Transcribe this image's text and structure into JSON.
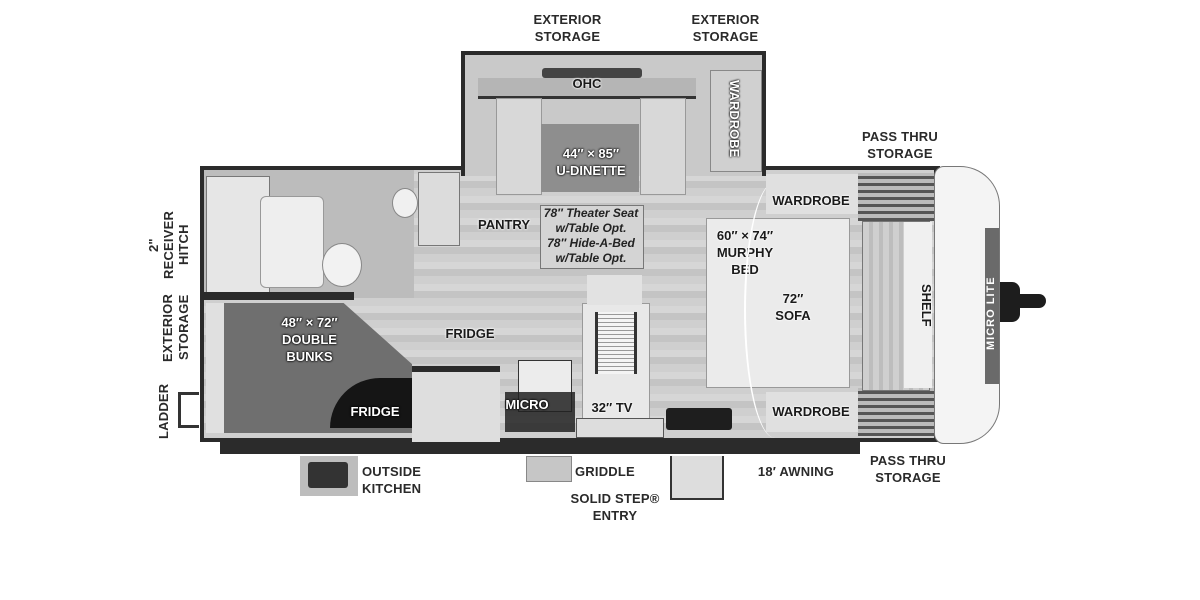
{
  "floorplan": {
    "brand_logo": "MICRO LITE",
    "exterior_labels": {
      "ext_storage_top_left": "EXTERIOR\nSTORAGE",
      "ext_storage_top_right": "EXTERIOR\nSTORAGE",
      "pass_thru_top": "PASS THRU\nSTORAGE",
      "pass_thru_bottom": "PASS THRU\nSTORAGE",
      "receiver_hitch": "2\" RECEIVER HITCH",
      "receiver_hitch_line1": "2\"",
      "receiver_hitch_line2": "RECEIVER",
      "receiver_hitch_line3": "HITCH",
      "exterior_storage_rear_line1": "EXTERIOR",
      "exterior_storage_rear_line2": "STORAGE",
      "ladder": "LADDER",
      "outside_kitchen": "OUTSIDE\nKITCHEN",
      "griddle": "GRIDDLE",
      "solid_step_entry": "SOLID STEP® \nENTRY",
      "awning": "18′ AWNING"
    },
    "interior_labels": {
      "ohc": "OHC",
      "wardrobe_slide": "WARDROBE",
      "u_dinette_size": "44″ × 85″",
      "u_dinette": "U-DINETTE",
      "pantry": "PANTRY",
      "theater_note_1": "78″ Theater Seat",
      "theater_note_2": "w/Table Opt.",
      "theater_note_3": "78″ Hide-A-Bed",
      "theater_note_4": "w/Table Opt.",
      "bunks_size": "48″ × 72″",
      "bunks_1": "DOUBLE",
      "bunks_2": "BUNKS",
      "fridge_kitchen": "FRIDGE",
      "fridge_bunk": "FRIDGE",
      "micro": "MICRO",
      "tv": "32″ TV",
      "murphy_size": "60″ × 74″",
      "murphy_1": "MURPHY",
      "murphy_2": "BED",
      "sofa_size": "72″",
      "sofa": "SOFA",
      "wardrobe_top": "WARDROBE",
      "wardrobe_bottom": "WARDROBE",
      "shelf": "SHELF"
    }
  }
}
